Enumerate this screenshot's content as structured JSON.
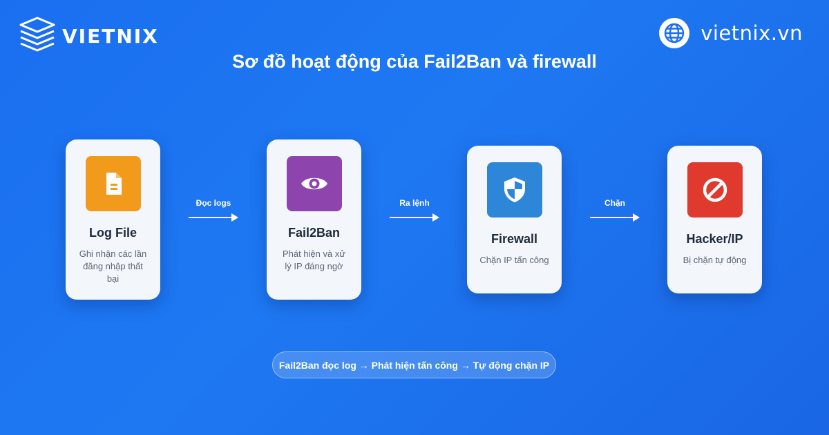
{
  "brand": {
    "name": "VIETNIX",
    "site": "vietnix.vn"
  },
  "title": "Sơ đồ hoạt động của Fail2Ban và firewall",
  "nodes": [
    {
      "title": "Log File",
      "desc": "Ghi nhận các lần đăng nhập thất bại",
      "icon": "document-icon",
      "color": "#f29a1c"
    },
    {
      "title": "Fail2Ban",
      "desc": "Phát hiện và xử lý IP đáng ngờ",
      "icon": "eye-icon",
      "color": "#8e44ad"
    },
    {
      "title": "Firewall",
      "desc": "Chặn IP tấn công",
      "icon": "shield-icon",
      "color": "#2e86d8"
    },
    {
      "title": "Hacker/IP",
      "desc": "Bị chặn tự động",
      "icon": "block-icon",
      "color": "#e0392d"
    }
  ],
  "edges": [
    {
      "label": "Đọc logs"
    },
    {
      "label": "Ra lệnh"
    },
    {
      "label": "Chặn"
    }
  ],
  "summary": "Fail2Ban đọc log → Phát hiện tấn công → Tự động chặn IP"
}
